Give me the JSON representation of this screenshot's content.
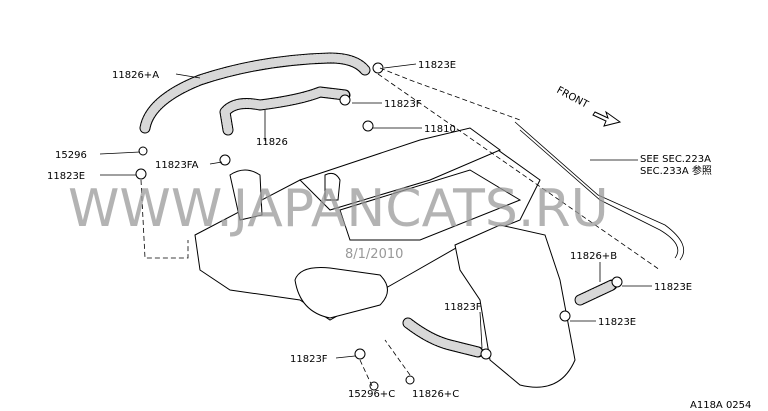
{
  "labels": {
    "hose_a": "11826+A",
    "clamp_top": "11823E",
    "clamp_f_top": "11823F",
    "valve": "11810",
    "hose": "11826",
    "plug_left": "15296",
    "clamp_fa": "11823FA",
    "clamp_left": "11823E",
    "see_line1": "SEE SEC.223A",
    "see_line2": "SEC.233A 参照",
    "hose_b": "11826+B",
    "clamp_right1": "11823E",
    "clamp_right2": "11823E",
    "clamp_f_mid": "11823F",
    "clamp_f_bottom": "11823F",
    "plug_c": "15296+C",
    "hose_c": "11826+C",
    "front": "FRONT",
    "diagram_code": "A118A 0254"
  },
  "watermark": {
    "site": "WWW.JAPANCATS.RU",
    "date": "8/1/2010"
  }
}
